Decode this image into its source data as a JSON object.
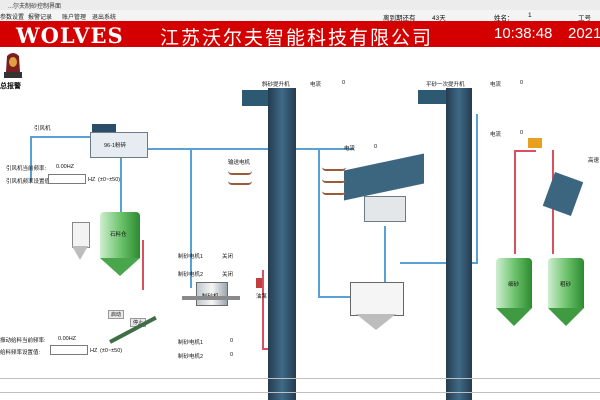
{
  "window": {
    "title": "...尔夫制砂控制界面"
  },
  "menu": [
    "参数设置",
    "报警记录",
    "账户管理",
    "退出系统"
  ],
  "status": {
    "days_label": "离到期还有",
    "days_value": "43天",
    "name_label": "姓名：",
    "name_value": "1",
    "id_label": "工号"
  },
  "banner": {
    "logo": "WOLVES",
    "company": "江苏沃尔夫智能科技有限公司",
    "time": "10:38:48",
    "year": "2021"
  },
  "alarm": {
    "label": "总报警"
  },
  "fan": {
    "title": "引风机",
    "freq_label": "引风机当前频率:",
    "freq_value": "0.00HZ",
    "set_label": "引风机频率设置值:",
    "unit": "HZ",
    "range": "(±0~±50)"
  },
  "feeder": {
    "title": "振动给料当前频率:",
    "freq_value": "0.00HZ",
    "set_label": "给料频率设置值:",
    "unit": "HZ",
    "range": "(±0~±50)"
  },
  "equipment": {
    "crusher_top": "96-1粉碎",
    "stone_silo": "石料仓",
    "feeder_motor": "输送电机",
    "sand_motor1": "制砂电机1",
    "sand_motor2": "制砂电机2",
    "sand_machine": "制砂机",
    "sand_motor1b": "制砂电机1",
    "sand_motor2b": "制砂电机2",
    "elevator1": "斜砂提升机",
    "elevator2": "平砂一次提升机",
    "current1": "电流",
    "current2": "电流",
    "current3": "电流",
    "current_screen": "电流",
    "oil_pump": "油泵",
    "fine_sand": "细砂",
    "coarse_sand": "粗砂",
    "state_off1": "关闭",
    "state_off2": "关闭",
    "right_label": "高速"
  },
  "values": {
    "elev1_current": "0",
    "elev2_current": "0",
    "screen_current": "0",
    "motor1_val": "0",
    "motor2_val": "0",
    "current_left": "0",
    "current_mid": "0",
    "btn_start": "启动",
    "btn_stop": "停止"
  }
}
